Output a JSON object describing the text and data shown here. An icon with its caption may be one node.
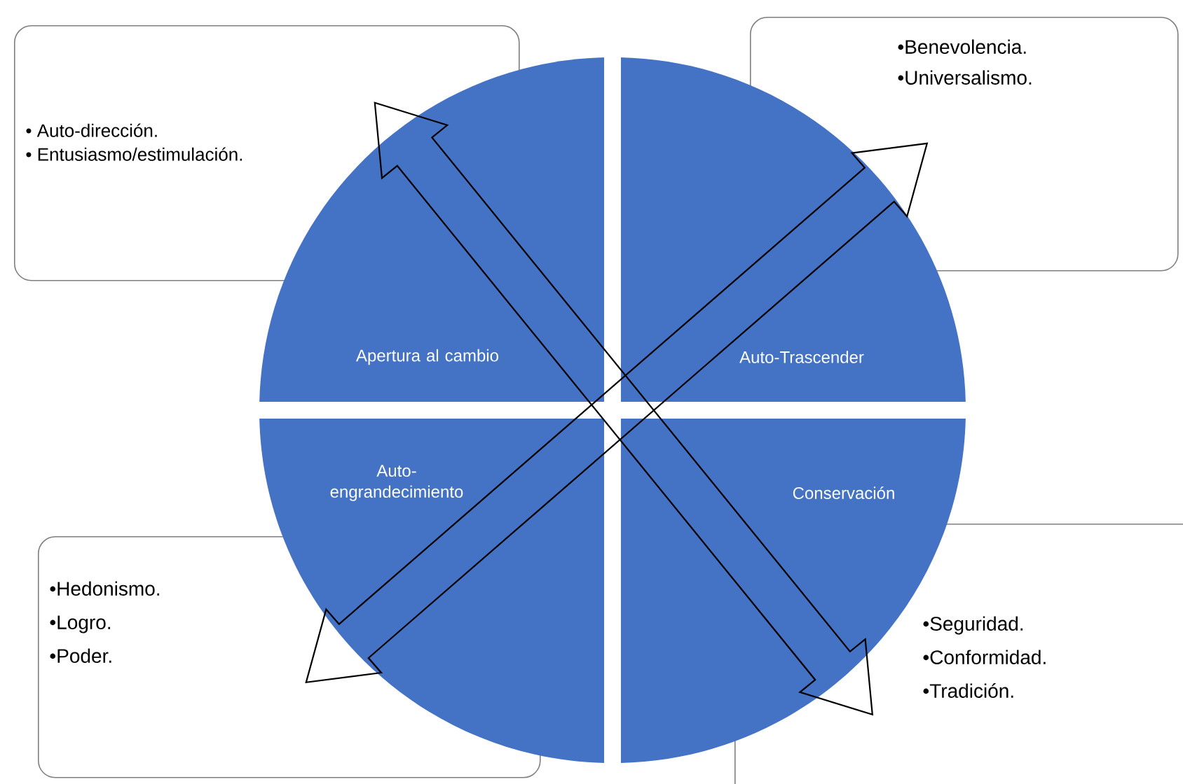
{
  "diagram": {
    "nodes": [
      {
        "text": [
          "• Auto-dirección.",
          "• Entusiasmo/estimulación."
        ]
      },
      {
        "text": [
          "•Benevolencia.",
          "•Universalismo."
        ]
      },
      {
        "text": [
          "Apertura al cambio"
        ]
      },
      {
        "text": [
          "Auto-Trascender"
        ]
      },
      {
        "text": [
          "Auto-engrandecimiento"
        ]
      },
      {
        "text": [
          "Conservación"
        ]
      },
      {
        "text": [
          "•Hedonismo.",
          "•Logro.",
          "•Poder."
        ]
      },
      {
        "text": [
          "•Seguridad.",
          "•Conformidad.",
          "•Tradición."
        ]
      }
    ],
    "edges": [
      {
        "from": 0,
        "to": 7,
        "arrow": "both"
      },
      {
        "from": 6,
        "to": 1,
        "arrow": "both"
      }
    ]
  }
}
